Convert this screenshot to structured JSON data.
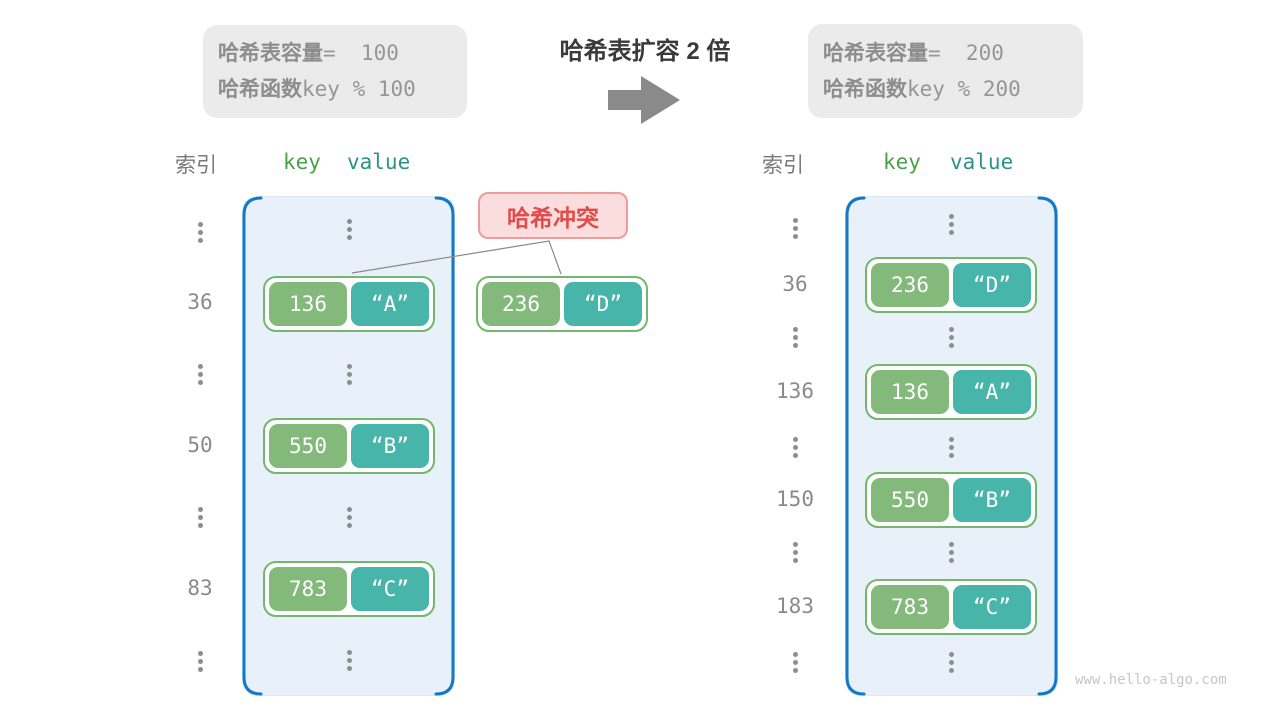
{
  "title": "哈希表扩容 2 倍",
  "info_left": {
    "lines": [
      {
        "label": "哈希表容量",
        "value": "=  100"
      },
      {
        "label": "哈希函数",
        "value": "key % 100"
      }
    ]
  },
  "info_right": {
    "lines": [
      {
        "label": "哈希表容量",
        "value": "=  200"
      },
      {
        "label": "哈希函数",
        "value": "key % 200"
      }
    ]
  },
  "table_header": {
    "index": "索引",
    "key": "key",
    "value": "value"
  },
  "left_table": {
    "entries": [
      {
        "index": "36",
        "key": "136",
        "value": "“A”"
      },
      {
        "index": "50",
        "key": "550",
        "value": "“B”"
      },
      {
        "index": "83",
        "key": "783",
        "value": "“C”"
      }
    ]
  },
  "right_table": {
    "entries": [
      {
        "index": "36",
        "key": "236",
        "value": "“D”"
      },
      {
        "index": "136",
        "key": "136",
        "value": "“A”"
      },
      {
        "index": "150",
        "key": "550",
        "value": "“B”"
      },
      {
        "index": "183",
        "key": "783",
        "value": "“C”"
      }
    ]
  },
  "collision": {
    "label": "哈希冲突",
    "pair": {
      "key": "236",
      "value": "“D”"
    }
  },
  "watermark": "www.hello-algo.com",
  "icons": {
    "expand_arrow": "right-block-arrow"
  },
  "colors": {
    "key_green": "#83ba7b",
    "value_teal": "#48b5aa",
    "pair_border_green": "#72b76b",
    "bucket_bracket_blue": "#1478c8",
    "bucket_fill": "#e8f1fa",
    "collision_text_red": "#e14b4b",
    "collision_fill": "#fbdddd",
    "collision_border": "#f09b9b",
    "info_box_gray": "#ebebeb",
    "text_gray": "#8a8a8a"
  }
}
